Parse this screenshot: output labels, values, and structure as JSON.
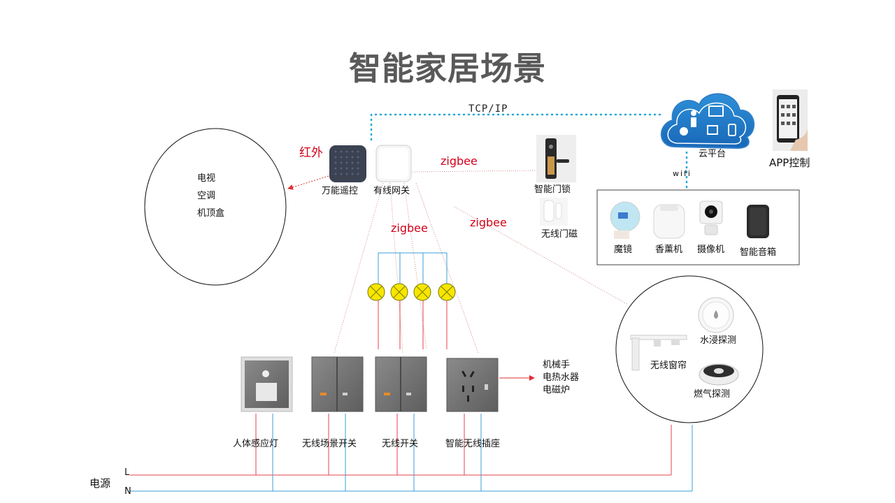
{
  "title": "智能家居场景",
  "network": {
    "tcp_label": "TCP/IP",
    "wifi_label": "wifi"
  },
  "cloud": {
    "label": "云平台"
  },
  "app": {
    "label": "APP控制"
  },
  "circle_left": {
    "items": [
      "电视",
      "空调",
      "机顶盒"
    ]
  },
  "remote": {
    "label": "万能遥控",
    "ir_label": "红外"
  },
  "gateway": {
    "label": "有线网关"
  },
  "zigbee_labels": [
    "zigbee",
    "zigbee",
    "zigbee"
  ],
  "lock": {
    "label": "智能门锁"
  },
  "door_sensor": {
    "label": "无线门磁"
  },
  "wifi_devices": [
    "魔镜",
    "香薰机",
    "摄像机",
    "智能音箱"
  ],
  "circle_right": {
    "curtain": "无线窗帘",
    "water": "水浸探测",
    "gas": "燃气探测"
  },
  "panels": [
    "人体感应灯",
    "无线场景开关",
    "无线开关",
    "智能无线插座"
  ],
  "socket_outputs": [
    "机械手",
    "电热水器",
    "电磁炉"
  ],
  "power": {
    "label": "电源",
    "l": "L",
    "n": "N"
  },
  "colors": {
    "live": "#e8424a",
    "neutral": "#3a9fd8",
    "wifi_dot": "#1ea5d8",
    "lamp": "#f7e600",
    "zigbee_text": "#d0021b"
  }
}
